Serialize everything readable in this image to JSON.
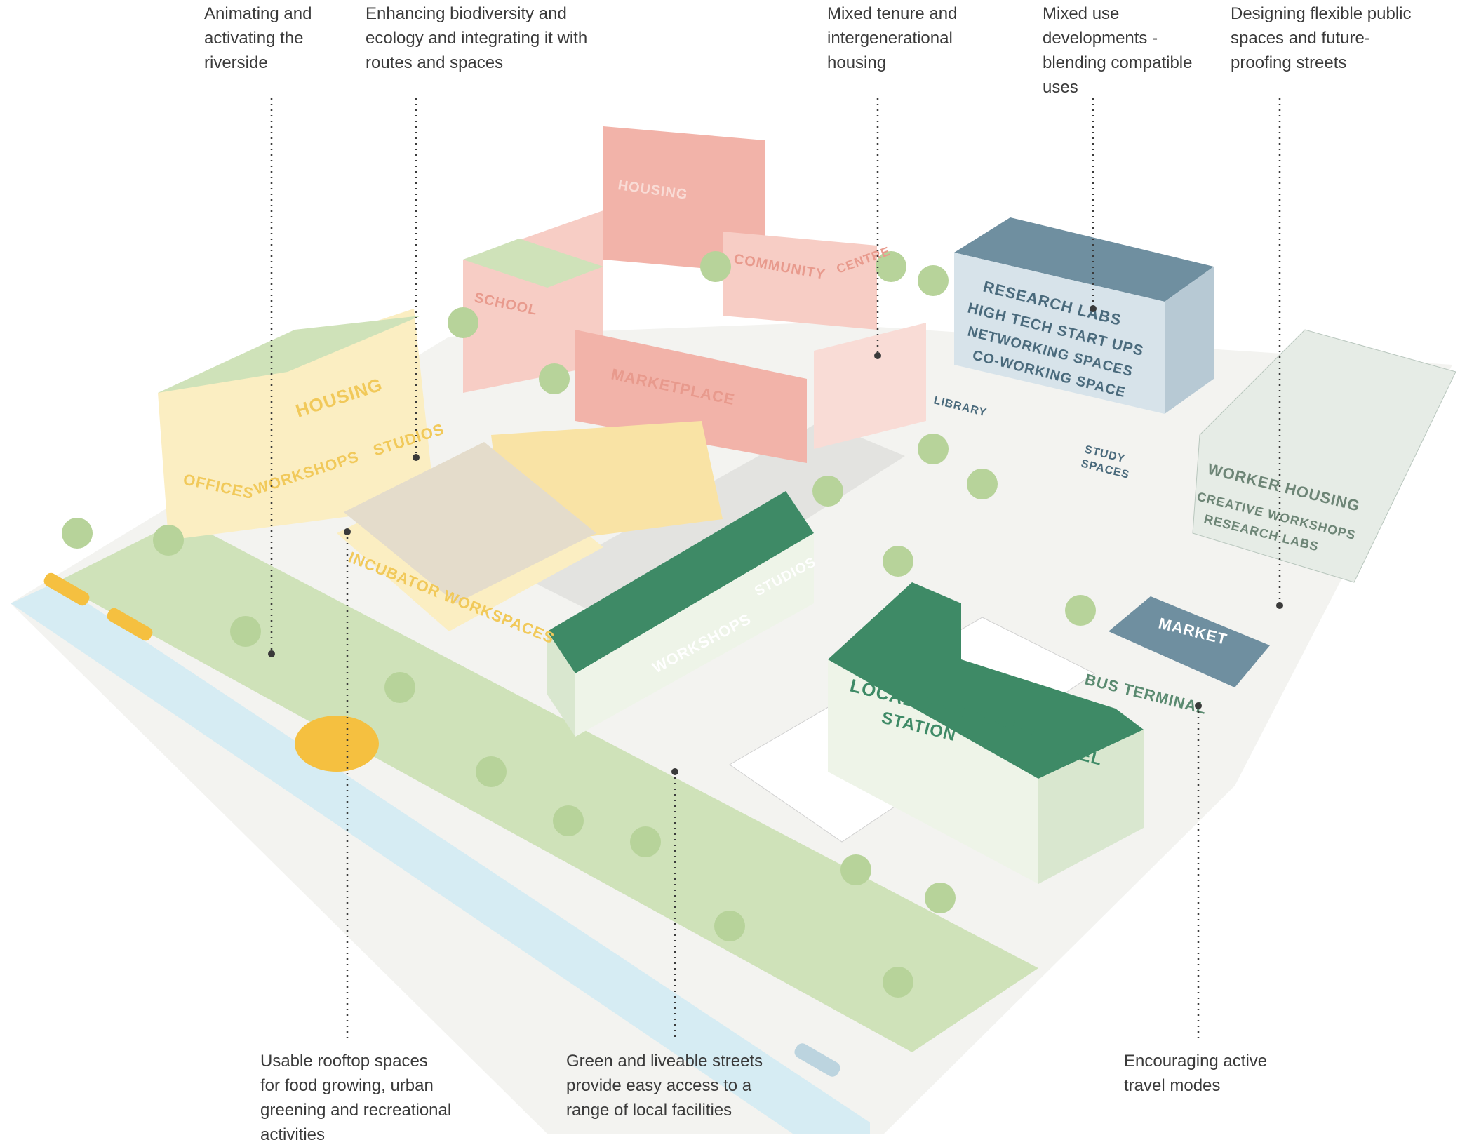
{
  "callouts_top": [
    {
      "text": "Animating and\nactivating the\nriverside"
    },
    {
      "text": "Enhancing biodiversity and\necology and integrating it with\nroutes and spaces"
    },
    {
      "text": "Mixed tenure and\nintergenerational\nhousing"
    },
    {
      "text": "Mixed use\ndevelopments -\nblending compatible\nuses"
    },
    {
      "text": "Designing flexible public\nspaces and future-\nproofing streets"
    }
  ],
  "callouts_bottom": [
    {
      "text": "Usable rooftop spaces\nfor food growing, urban\ngreening and recreational\nactivities"
    },
    {
      "text": "Green and liveable streets\nprovide easy access to a\nrange of local facilities"
    },
    {
      "text": "Encouraging active\ntravel modes"
    }
  ],
  "building_labels": {
    "housing_top": "HOUSING",
    "community": "COMMUNITY",
    "centre": "CENTRE",
    "school": "SCHOOL",
    "marketplace": "MARKETPLACE",
    "housing_left": "HOUSING",
    "studios_left": "STUDIOS",
    "offices": "OFFICES",
    "workshops_left": "WORKSHOPS",
    "incubator": "INCUBATOR WORKSPACES",
    "research_labs": "RESEARCH LABS",
    "high_tech": "HIGH TECH START UPS",
    "networking": "NETWORKING SPACES",
    "coworking": "CO-WORKING SPACE",
    "library": "LIBRARY",
    "study": "STUDY",
    "spaces": "SPACES",
    "workshops_green": "WORKSHOPS",
    "studios_green": "STUDIOS",
    "worker_housing": "WORKER HOUSING",
    "creative_workshops": "CREATIVE WORKSHOPS",
    "research_labs_right": "RESEARCH LABS",
    "market": "MARKET",
    "local_businesses": "LOCAL BUSINESSES",
    "station": "STATION",
    "hotel": "HOTEL",
    "bus_terminal": "BUS TERMINAL"
  },
  "colors": {
    "text": "#3a3a3a",
    "river": "#d6ecf3",
    "park": "#c9dfb2",
    "yellow_building": "#f5d77f",
    "yellow_light": "#fbeec2",
    "pink_building": "#f2b3a9",
    "pink_light": "#fbe3de",
    "blue_building": "#6f8fa0",
    "blue_light": "#d7e3ea",
    "dark_green": "#3e8a66",
    "light_green": "#d9e7cf",
    "ground": "#f2f2ef",
    "tree": "#b7d39a"
  }
}
